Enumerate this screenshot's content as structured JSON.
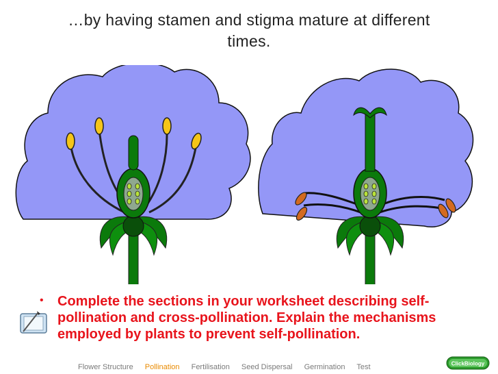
{
  "slide": {
    "title_line1": "…by having stamen and stigma mature at different",
    "title_line2": "times.",
    "task_text": "Complete the sections in your worksheet describing self-pollination and cross-pollination. Explain the mechanisms employed by plants to prevent self-pollination."
  },
  "nav": {
    "items": [
      "Flower Structure",
      "Pollination",
      "Fertilisation",
      "Seed Dispersal",
      "Germination",
      "Test"
    ],
    "active": "Pollination"
  },
  "logo": {
    "text": "ClickBiology"
  },
  "colors": {
    "petal": "#9497f7",
    "stem": "#0b7a0b",
    "anther_ripe": "#f5c518",
    "anther_spent": "#d36a20",
    "task_text": "#e8141c",
    "nav_active": "#e98a00"
  }
}
